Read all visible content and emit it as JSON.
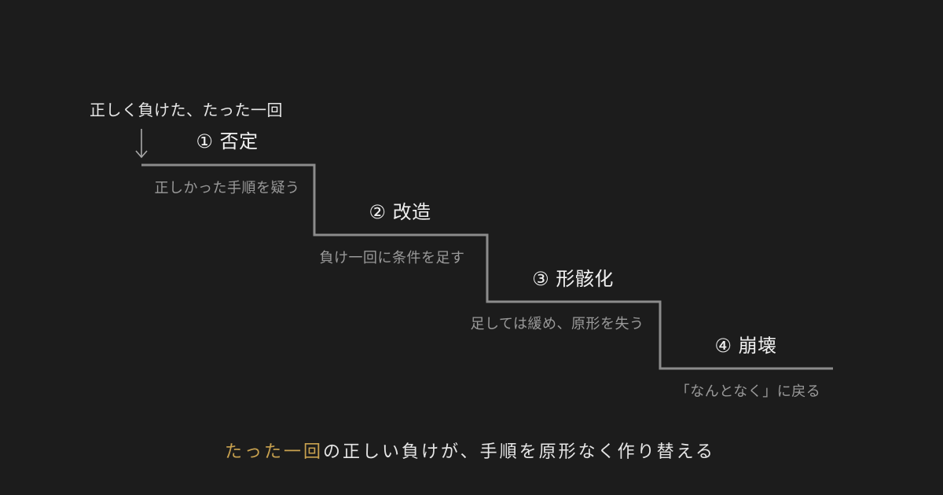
{
  "start_label": "正しく負けた、たった一回",
  "steps": [
    {
      "title": "① 否定",
      "desc": "正しかった手順を疑う"
    },
    {
      "title": "② 改造",
      "desc": "負け一回に条件を足す"
    },
    {
      "title": "③ 形骸化",
      "desc": "足しては緩め、原形を失う"
    },
    {
      "title": "④ 崩壊",
      "desc": "「なんとなく」に戻る"
    }
  ],
  "footer": {
    "accent": "たった一回",
    "rest": "の正しい負けが、手順を原形なく作り替える"
  },
  "colors": {
    "background": "#1c1c1c",
    "stair_line": "#8c8c8c",
    "title_text": "#f0f0f0",
    "desc_text": "#9a9a9a",
    "accent": "#c9a24f"
  },
  "icons": {
    "arrow": "down-arrow-icon"
  }
}
